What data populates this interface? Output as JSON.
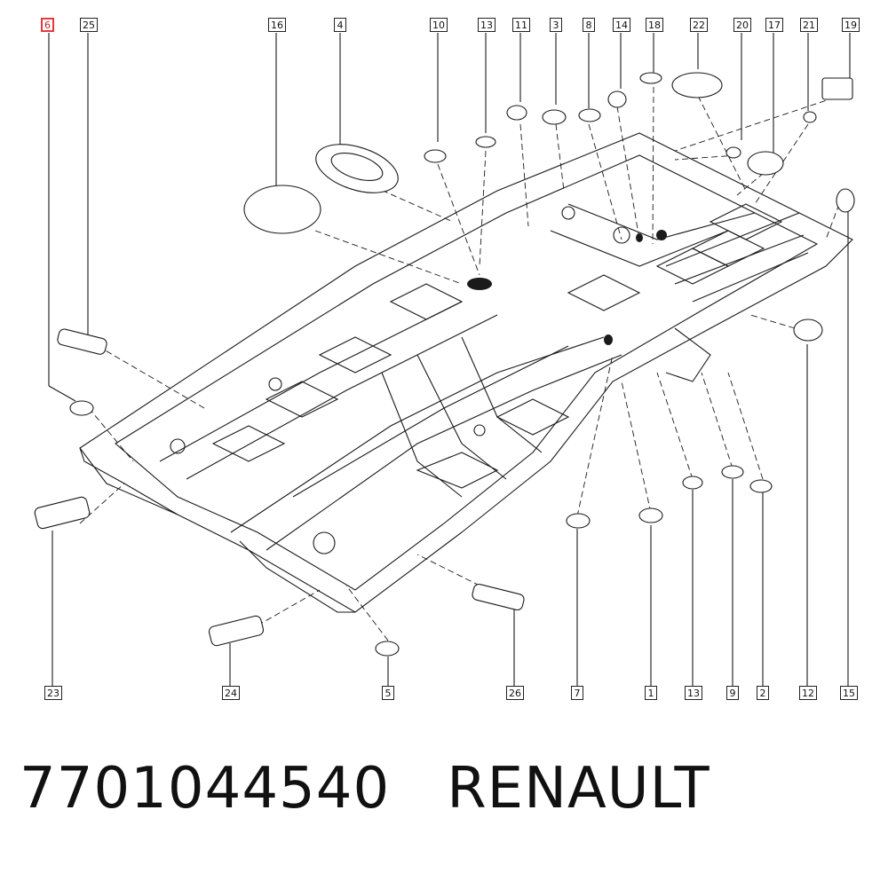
{
  "diagram": {
    "callouts": {
      "c6": "6",
      "c25": "25",
      "c16": "16",
      "c4": "4",
      "c10": "10",
      "c13a": "13",
      "c11": "11",
      "c3": "3",
      "c8": "8",
      "c14": "14",
      "c18": "18",
      "c22": "22",
      "c20": "20",
      "c17": "17",
      "c21": "21",
      "c19": "19",
      "c23": "23",
      "c24": "24",
      "c5": "5",
      "c26": "26",
      "c7": "7",
      "c1": "1",
      "c13b": "13",
      "c9": "9",
      "c2": "2",
      "c12": "12",
      "c15": "15"
    },
    "selected_callout": "6",
    "highlight_color": "#e8383d",
    "line_color": "#1a1a1a"
  },
  "footer": {
    "part_number": "7701044540",
    "brand": "RENAULT"
  }
}
